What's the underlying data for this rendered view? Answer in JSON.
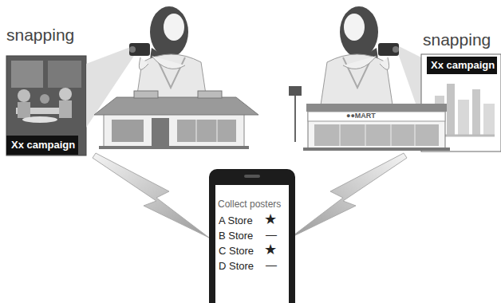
{
  "diagram": {
    "nodes": [
      {
        "text": [
          "Xx campaign"
        ]
      },
      {
        "text": [
          "Xx campaign"
        ]
      },
      {
        "text": [
          "Collect posters",
          "A Store",
          "★",
          "B Store",
          "—",
          "C Store",
          "★",
          "D Store",
          "—"
        ]
      }
    ],
    "labels": [
      "snapping",
      "snapping",
      "●●MART"
    ]
  }
}
